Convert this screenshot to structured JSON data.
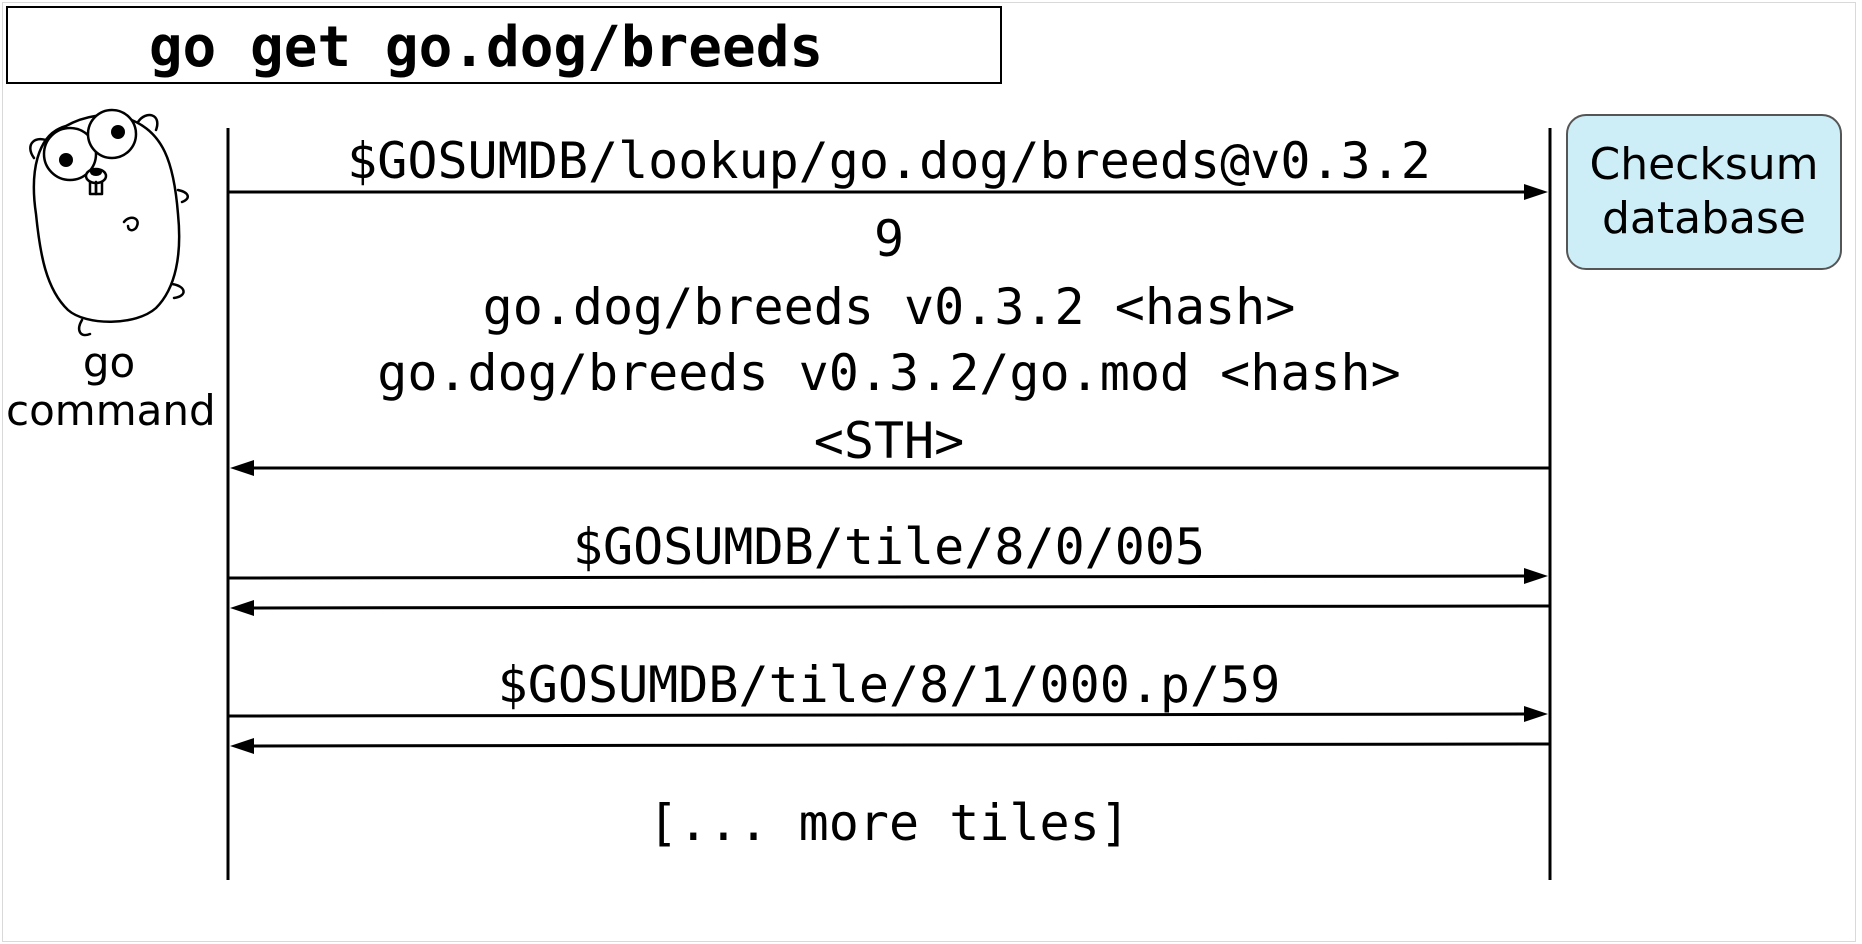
{
  "title": "go get go.dog/breeds",
  "client": {
    "line1": "go",
    "line2": "command"
  },
  "server": {
    "line1": "Checksum",
    "line2": "database"
  },
  "colors": {
    "db_fill": "#cdeef7",
    "stroke": "#000000"
  },
  "messages": {
    "lookup": "$GOSUMDB/lookup/go.dog/breeds@v0.3.2",
    "resp_count": "9",
    "resp_hash": "go.dog/breeds v0.3.2 <hash>",
    "resp_mod_hash": "go.dog/breeds v0.3.2/go.mod <hash>",
    "resp_sth": "<STH>",
    "tile1": "$GOSUMDB/tile/8/0/005",
    "tile2": "$GOSUMDB/tile/8/1/000.p/59",
    "more": "[... more tiles]"
  }
}
